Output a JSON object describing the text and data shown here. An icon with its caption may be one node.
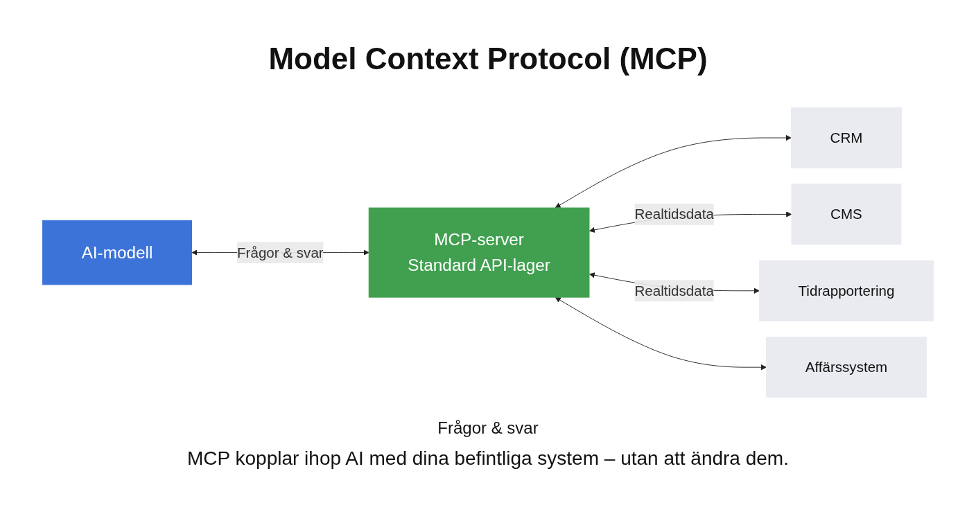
{
  "diagram": {
    "title": "Model Context Protocol (MCP)",
    "caption": "MCP kopplar ihop AI med dina befintliga system – utan att ändra dem.",
    "nodes": [
      {
        "text": [
          "AI-modell"
        ]
      },
      {
        "text": [
          "MCP-server",
          "Standard API-lager"
        ]
      },
      {
        "text": [
          "CRM"
        ]
      },
      {
        "text": [
          "CMS"
        ]
      },
      {
        "text": [
          "Tidrapportering"
        ]
      },
      {
        "text": [
          "Affärssystem"
        ]
      }
    ],
    "edges": [
      {
        "from": 0,
        "to": 1,
        "arrow": "both",
        "label": "Frågor & svar"
      },
      {
        "from": 1,
        "to": 2,
        "arrow": "both"
      },
      {
        "from": 1,
        "to": 3,
        "arrow": "both",
        "label": "Realtidsdata"
      },
      {
        "from": 1,
        "to": 4,
        "arrow": "both",
        "label": "Realtidsdata"
      },
      {
        "from": 1,
        "to": 5,
        "arrow": "both"
      }
    ],
    "labels": [
      "Frågor & svar"
    ]
  }
}
